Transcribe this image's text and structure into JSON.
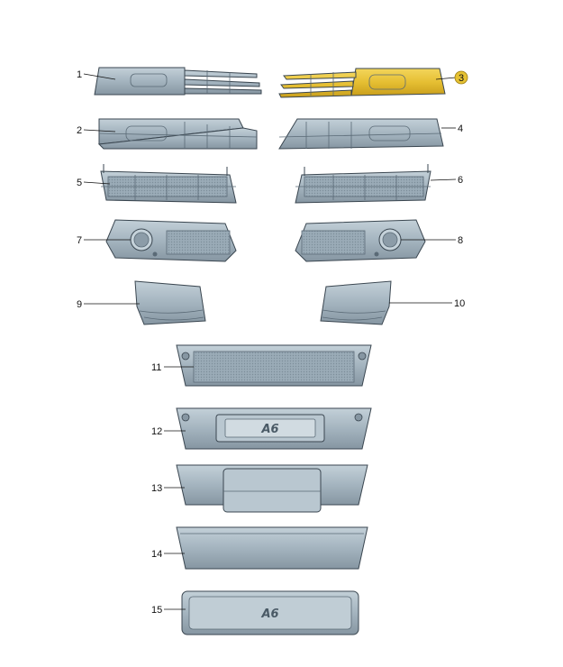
{
  "parts": [
    {
      "number": "1"
    },
    {
      "number": "2"
    },
    {
      "number": "3",
      "highlighted": true
    },
    {
      "number": "4"
    },
    {
      "number": "5"
    },
    {
      "number": "6"
    },
    {
      "number": "7"
    },
    {
      "number": "8"
    },
    {
      "number": "9"
    },
    {
      "number": "10"
    },
    {
      "number": "11"
    },
    {
      "number": "12"
    },
    {
      "number": "13"
    },
    {
      "number": "14"
    },
    {
      "number": "15"
    }
  ],
  "emblems": {
    "plate_12": "A6",
    "plate_15": "A6"
  },
  "colors": {
    "part_fill": "#a9b9c4",
    "part_dark": "#7d8d99",
    "highlight_fill": "#e8c23a",
    "highlight_dark": "#c9a21a",
    "badge_fill": "#e6c233"
  }
}
